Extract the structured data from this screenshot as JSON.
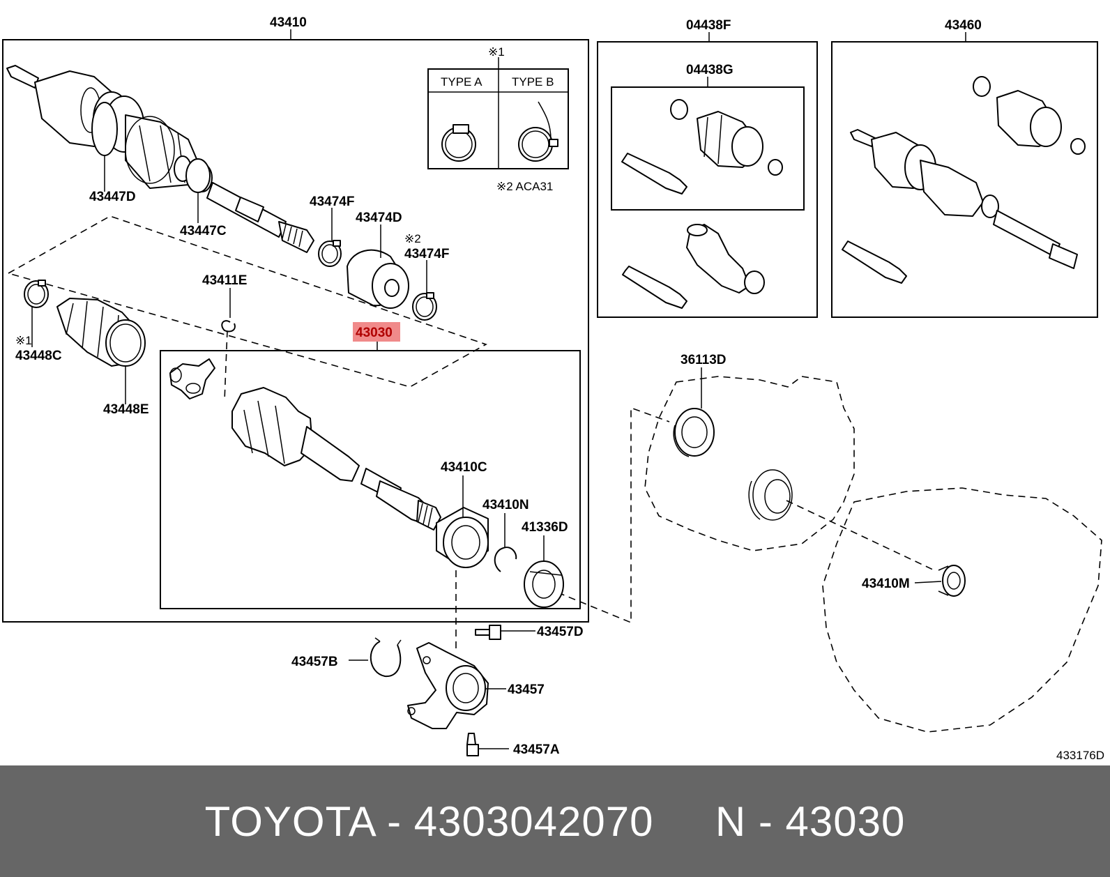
{
  "labels": {
    "l43410": "43410",
    "l04438F": "04438F",
    "l04438G": "04438G",
    "l43460": "43460",
    "l43447D": "43447D",
    "l43447C": "43447C",
    "l43474F_a": "43474F",
    "l43474D": "43474D",
    "l43474F_b": "43474F",
    "l43411E": "43411E",
    "l43448C": "43448C",
    "l43448E": "43448E",
    "l43030": "43030",
    "l43410C": "43410C",
    "l43410N": "43410N",
    "l41336D": "41336D",
    "l36113D": "36113D",
    "l43410M": "43410M",
    "l43457D": "43457D",
    "l43457B": "43457B",
    "l43457": "43457",
    "l43457A": "43457A"
  },
  "notes": {
    "mark1_top": "※1",
    "mark1_left": "※1",
    "mark2": "※2",
    "type_a": "TYPE A",
    "type_b": "TYPE B",
    "aca_note": "※2 ACA31",
    "figure_code": "433176D"
  },
  "highlight": {
    "part": "43030",
    "color": "#f08a8a"
  },
  "footer": {
    "text": "TOYOTA - 4303042070     N - 43030"
  }
}
